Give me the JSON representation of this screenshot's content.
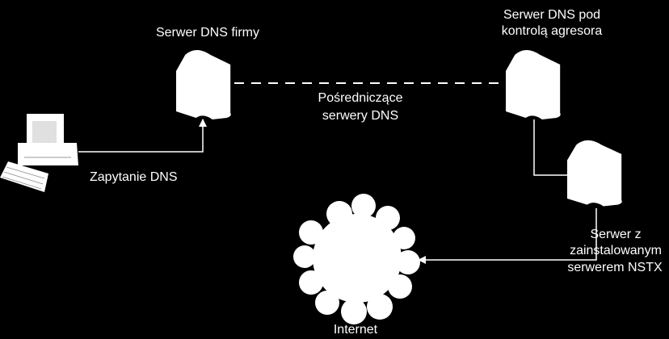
{
  "labels": {
    "company_dns_server": "Serwer DNS firmy",
    "attacker_dns_server_line1": "Serwer DNS pod",
    "attacker_dns_server_line2": "kontrolą agresora",
    "intermediate_dns_line1": "Pośredniczące",
    "intermediate_dns_line2": "serwery DNS",
    "dns_query": "Zapytanie DNS",
    "nstx_server_line1": "Serwer z",
    "nstx_server_line2": "zainstalowanym",
    "nstx_server_line3": "serwerem NSTX",
    "internet": "Internet"
  },
  "colors": {
    "background": "#000000",
    "foreground": "#ffffff"
  },
  "icons": [
    "computer-icon",
    "server-icon",
    "cloud-icon"
  ]
}
